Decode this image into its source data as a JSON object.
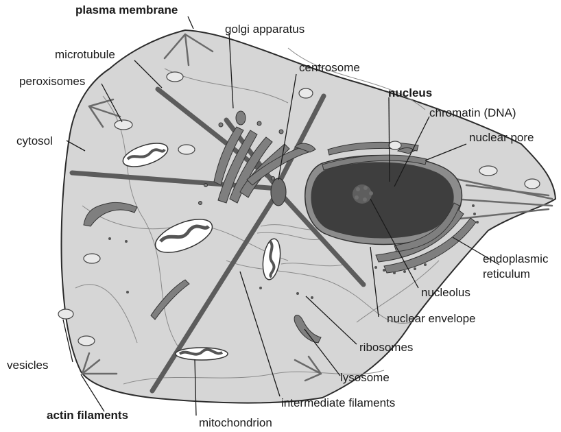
{
  "labels": {
    "plasma_membrane": "plasma membrane",
    "golgi_apparatus": "golgi apparatus",
    "microtubule": "microtubule",
    "centrosome": "centrosome",
    "peroxisomes": "peroxisomes",
    "nucleus": "nucleus",
    "chromatin": "chromatin (DNA)",
    "nuclear_pore": "nuclear pore",
    "cytosol": "cytosol",
    "endoplasmic_1": "endoplasmic",
    "endoplasmic_2": "reticulum",
    "nucleolus": "nucleolus",
    "nuclear_envelope": "nuclear envelope",
    "ribosomes": "ribosomes",
    "vesicles": "vesicles",
    "lysosome": "lysosome",
    "actin_filaments": "actin filaments",
    "intermediate_filaments": "intermediate filaments",
    "mitochondrion": "mitochondrion"
  },
  "colors": {
    "cytoplasm": "#d6d6d6",
    "membrane": "#2b2b2b",
    "nucleus_fill": "#3e3e3e",
    "organelle": "#7f7f7f",
    "microtubule": "#5c5c5c"
  }
}
